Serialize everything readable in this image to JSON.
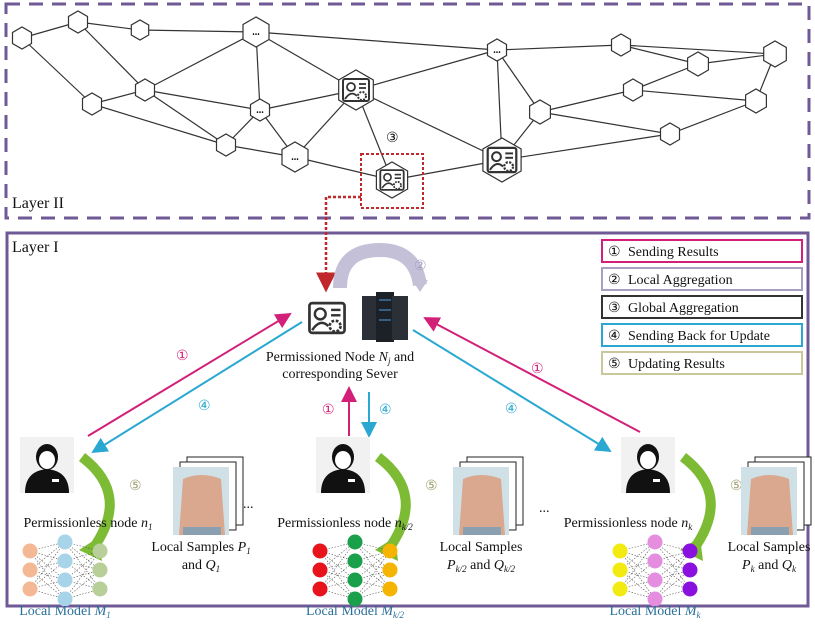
{
  "layers": {
    "layer2": "Layer II",
    "layer1": "Layer I"
  },
  "legend": [
    {
      "num": "①",
      "label": "Sending Results",
      "color": "#d21f78"
    },
    {
      "num": "②",
      "label": "Local Aggregation",
      "color": "#a99fc0"
    },
    {
      "num": "③",
      "label": "Global Aggregation",
      "color": "#333333"
    },
    {
      "num": "④",
      "label": "Sending Back for Update",
      "color": "#2aa8d2"
    },
    {
      "num": "⑤",
      "label": "Updating Results",
      "color": "#c8c89a"
    }
  ],
  "steps": {
    "s1": "①",
    "s2": "②",
    "s3": "③",
    "s4": "④",
    "s5": "⑤"
  },
  "ellipsis": "...",
  "server": {
    "line1a": "Permissioned Node ",
    "var": "N",
    "sub": "j",
    "line1b": " and",
    "line2": "corresponding Sever"
  },
  "clients": [
    {
      "node_text": "Permissionless node ",
      "node_var": "n",
      "node_sub": "1",
      "samples_line1": "Local Samples ",
      "samples_p": "P",
      "samples_p_sub": "1",
      "and": "and ",
      "samples_q": "Q",
      "samples_q_sub": "1",
      "model_text": "Local Model ",
      "model_var": "M",
      "model_sub": "1",
      "colors": [
        "#f4b895",
        "#a8d4ea",
        "#b8cf9a"
      ]
    },
    {
      "node_text": "Permissionless node ",
      "node_var": "n",
      "node_sub": "k/2",
      "samples_line1": "Local Samples",
      "samples_p": "P",
      "samples_p_sub": "k/2",
      "and": " and ",
      "samples_q": "Q",
      "samples_q_sub": "k/2",
      "model_text": "Local Model ",
      "model_var": "M",
      "model_sub": "k/2",
      "colors": [
        "#e8141c",
        "#1aa04a",
        "#f5b400"
      ]
    },
    {
      "node_text": "Permissionless node ",
      "node_var": "n",
      "node_sub": "k",
      "samples_line1": "Local Samples",
      "samples_p": "P",
      "samples_p_sub": "k",
      "and": " and ",
      "samples_q": "Q",
      "samples_q_sub": "k",
      "model_text": "Local Model ",
      "model_var": "M",
      "model_sub": "k",
      "colors": [
        "#f2ea10",
        "#e58ee0",
        "#8a10e0"
      ]
    }
  ],
  "colors": {
    "frame": "#6f5a96",
    "send": "#d21f78",
    "back": "#2aa8d2",
    "update": "#7dbb34",
    "global": "#c0282c",
    "local_agg": "#c4c0d8"
  }
}
